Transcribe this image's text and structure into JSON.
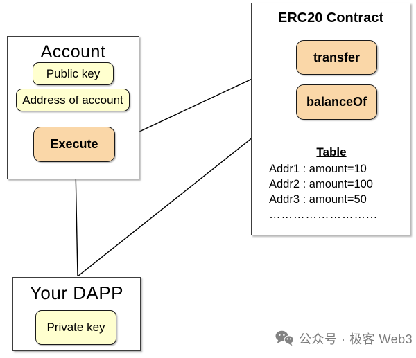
{
  "diagram": {
    "account": {
      "title": "Account",
      "public_key_label": "Public key",
      "address_label": "Address of account",
      "execute_label": "Execute"
    },
    "erc20": {
      "title": "ERC20 Contract",
      "transfer_label": "transfer",
      "balance_of_label": "balanceOf",
      "table": {
        "title": "Table",
        "rows": [
          "Addr1 : amount=10",
          "Addr2 : amount=100",
          "Addr3 : amount=50",
          "……………………..."
        ]
      }
    },
    "dapp": {
      "title": "Your DAPP",
      "private_key_label": "Private key"
    },
    "arrows": [
      {
        "from": "execute",
        "to": "transfer"
      },
      {
        "from": "dapp",
        "to": "balanceOf"
      },
      {
        "from": "dapp",
        "to": "execute"
      }
    ]
  },
  "watermark": {
    "icon": "wechat-icon",
    "text": "公众号 · 极客 Web3"
  },
  "colors": {
    "pill_orange": "#fad7a8",
    "pill_yellow": "#ffffcf",
    "box_border": "#3d3d3d",
    "arrow_black": "#000000",
    "watermark_gray": "#7b7b7b"
  }
}
